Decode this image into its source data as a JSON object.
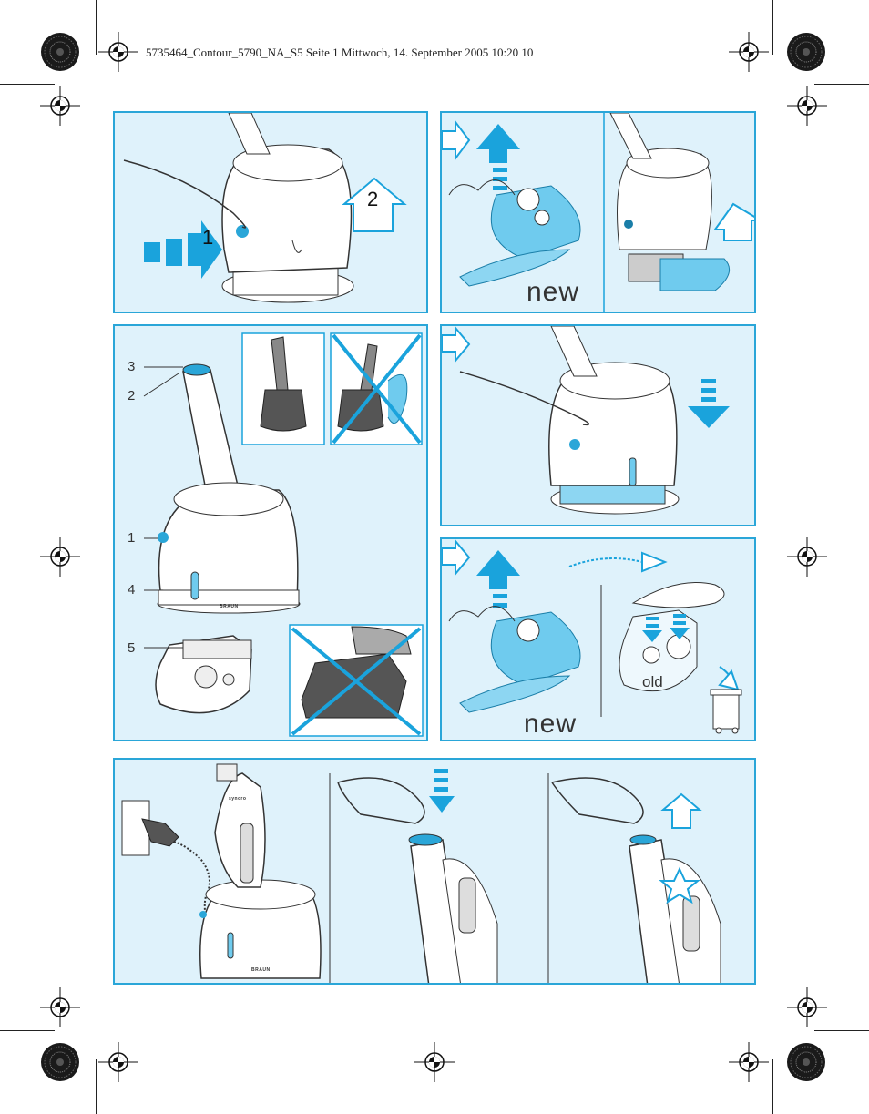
{
  "header": {
    "text": "5735464_Contour_5790_NA_S5  Seite 1  Mittwoch, 14. September 2005  10:20 10"
  },
  "panel_a": {
    "step_1": "1",
    "step_2": "2"
  },
  "panel_b": {
    "label": "new"
  },
  "panel_d": {
    "callouts": [
      "3",
      "2",
      "1",
      "4",
      "5"
    ],
    "brand": "BRAUN"
  },
  "panel_f": {
    "label_new": "new",
    "label_old": "old"
  },
  "panel_g": {
    "brand": "BRAUN",
    "device_brand": "syncro"
  },
  "colors": {
    "accent": "#2aa6d8",
    "panel_bg": "#dff2fb",
    "arrow": "#1aa3dc"
  }
}
